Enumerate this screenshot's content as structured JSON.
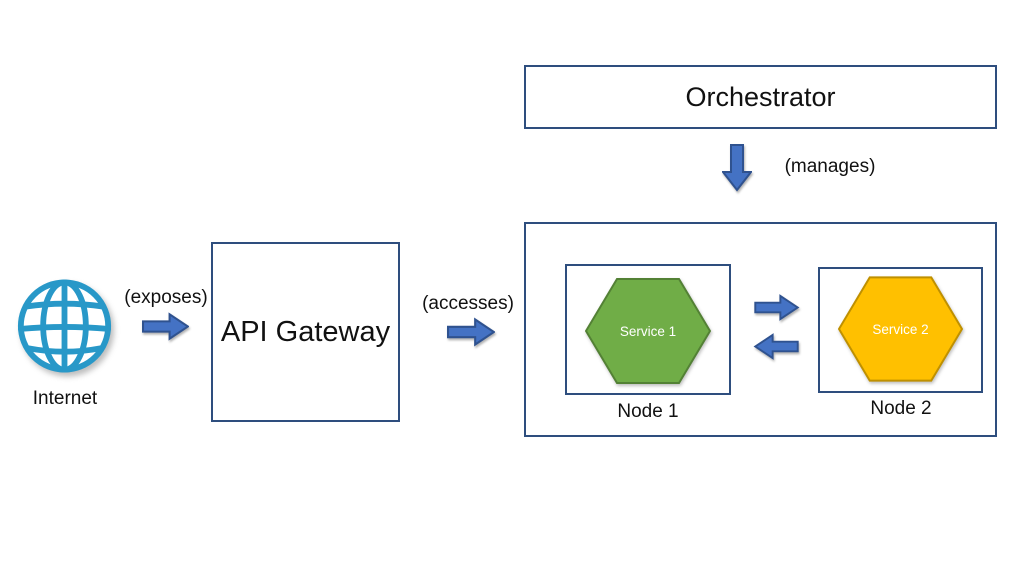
{
  "internet": {
    "label": "Internet",
    "icon": "globe-icon"
  },
  "api_gateway": {
    "label": "API Gateway"
  },
  "orchestrator": {
    "label": "Orchestrator"
  },
  "edges": {
    "exposes": {
      "label": "(exposes)",
      "from": "Internet",
      "to": "API Gateway"
    },
    "accesses": {
      "label": "(accesses)",
      "from": "API Gateway",
      "to": "cluster"
    },
    "manages": {
      "label": "(manages)",
      "from": "Orchestrator",
      "to": "cluster"
    },
    "node1_to_node2": {
      "label": "",
      "from": "Node 1",
      "to": "Node 2"
    },
    "node2_to_node1": {
      "label": "",
      "from": "Node 2",
      "to": "Node 1"
    }
  },
  "cluster": {
    "nodes": [
      {
        "label": "Node 1",
        "service": {
          "label": "Service 1",
          "fill": "#70AD47",
          "stroke": "#538135"
        }
      },
      {
        "label": "Node 2",
        "service": {
          "label": "Service 2",
          "fill": "#FFC000",
          "stroke": "#BF9000"
        }
      }
    ]
  },
  "colors": {
    "border_navy": "#2E4E7E",
    "arrow_fill": "#4472C4",
    "arrow_stroke": "#2F528F",
    "globe": "#2898C8",
    "service_text": "#FFFFFF",
    "text": "#111111",
    "background": "#FFFFFF"
  }
}
